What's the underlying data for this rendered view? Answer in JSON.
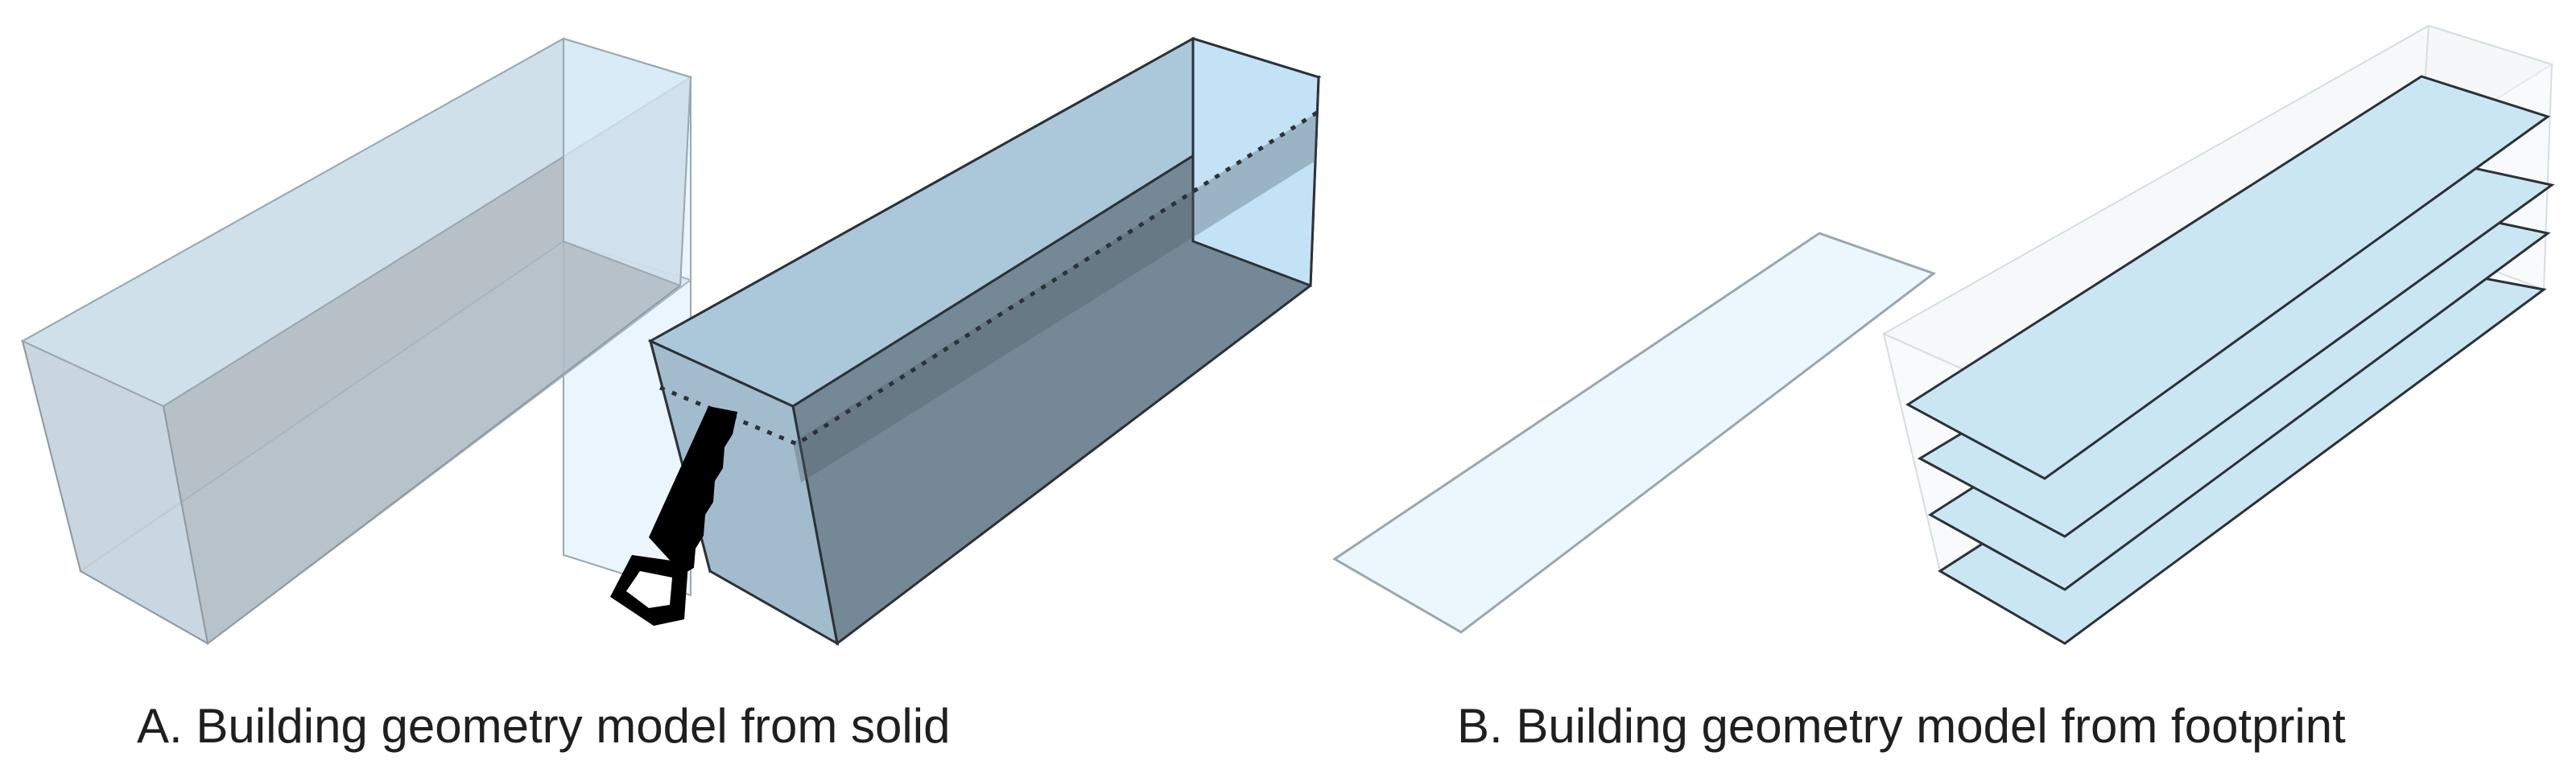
{
  "captions": {
    "a": "A. Building geometry model from solid",
    "b": "B. Building geometry model from footprint"
  },
  "colors": {
    "translucent_box_face": "#b7cad9",
    "translucent_box_top": "#cddfea",
    "translucent_box_end": "#dceefb",
    "solid_box_side": "#758896",
    "solid_box_front": "#a2bccd",
    "solid_box_top": "#abc8da",
    "solid_box_end": "#c4e2f6",
    "floor_slab": "#cbe6f3",
    "footprint": "#ecf7fd",
    "saw": "#000000",
    "outline_dark": "#2c3138",
    "outline_light": "#9aa7b0"
  },
  "icons": [
    "saw-icon"
  ],
  "floor_count": 4
}
